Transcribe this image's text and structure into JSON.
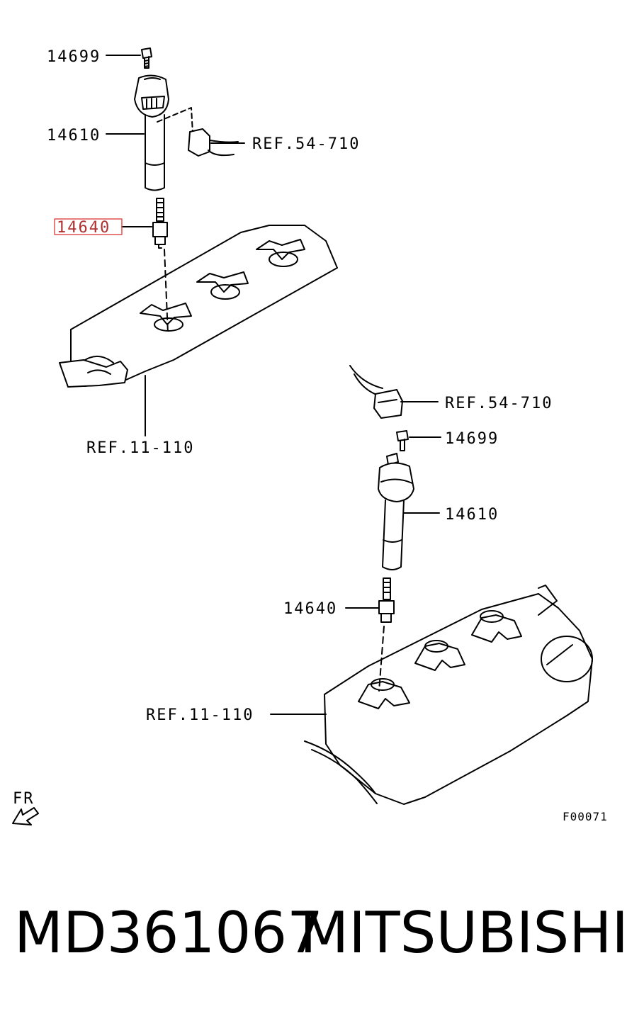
{
  "diagram": {
    "labels": {
      "top_bolt": "14699",
      "top_coil": "14610",
      "top_ref_connector": "REF.54-710",
      "top_spark_plug": "14640",
      "top_ref_cover": "REF.11-110",
      "bottom_ref_connector": "REF.54-710",
      "bottom_bolt": "14699",
      "bottom_coil": "14610",
      "bottom_spark_plug": "14640",
      "bottom_ref_cover": "REF.11-110",
      "direction": "FR",
      "figure_code": "F00071"
    },
    "highlight_color": "#e05050"
  },
  "footer": {
    "part_number": "MD361067",
    "brand": "MITSUBISHI"
  }
}
